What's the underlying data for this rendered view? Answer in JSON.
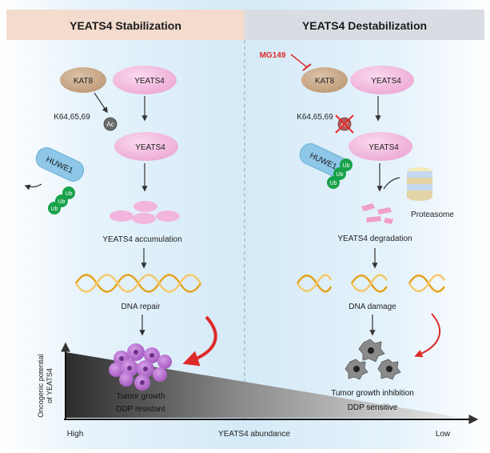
{
  "panels": {
    "left": {
      "title": "YEATS4 Stabilization",
      "kat8": "KAT8",
      "yeats4_top": "YEATS4",
      "sites": "K64,65,69",
      "ac": "Ac",
      "yeats4_mid": "YEATS4",
      "huwe1": "HUWE1",
      "ub": [
        "Ub",
        "Ub",
        "Ub"
      ],
      "accumulation": "YEATS4 accumulation",
      "dna": "DNA repair",
      "outcome1": "Tumor growth",
      "outcome2": "DDP resistant"
    },
    "right": {
      "title": "YEATS4 Destabilization",
      "inhibitor": "MG149",
      "kat8": "KAT8",
      "yeats4_top": "YEATS4",
      "sites": "K64,65,69",
      "ac": "Ac",
      "yeats4_mid": "YEATS4",
      "huwe1": "HUWE1",
      "ub": [
        "Ub",
        "Ub",
        "Ub"
      ],
      "proteasome": "Proteasome",
      "degradation": "YEATS4 degradation",
      "dna": "DNA damage",
      "outcome1": "Tumor growth inhibition",
      "outcome2": "DDP sensitive"
    }
  },
  "axes": {
    "y_label_line1": "Oncogenic potential",
    "y_label_line2": "of YEATS4",
    "x_label": "YEATS4 abundance",
    "x_high": "High",
    "x_low": "Low"
  },
  "colors": {
    "left_header": "#f3dccd",
    "right_header": "#d9dde3",
    "yeats4": "#f2b6de",
    "kat8": "#c9a98a",
    "huwe1": "#8ec7e8",
    "ub": "#18a24a",
    "ac": "#6b6b6b",
    "red_arrow": "#e02a2a",
    "dna_helix": "#f2b23a"
  }
}
